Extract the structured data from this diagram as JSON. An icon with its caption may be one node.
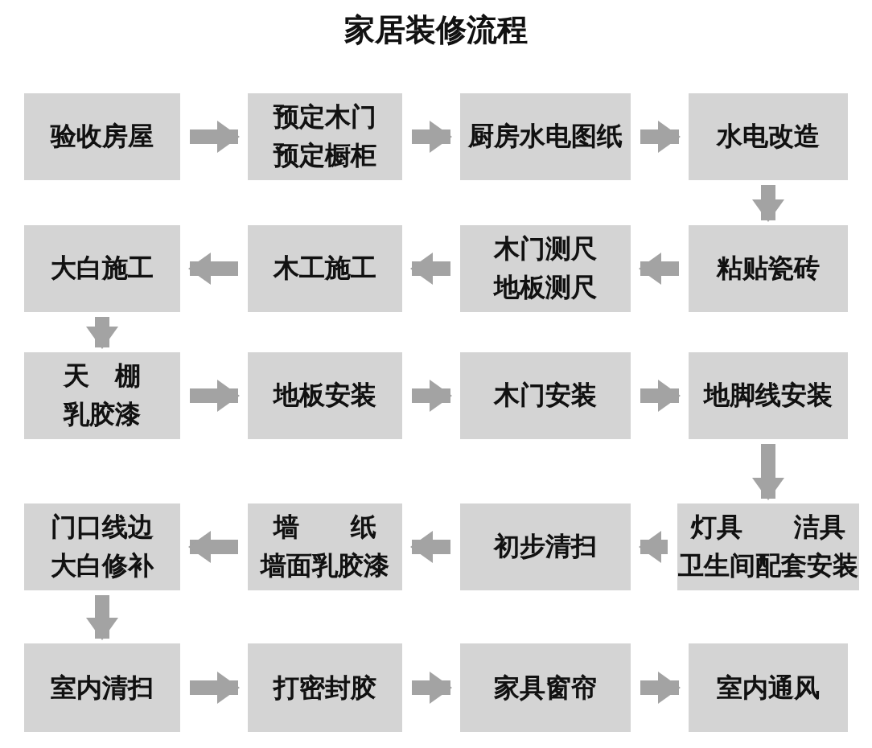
{
  "diagram": {
    "title": "家居装修流程",
    "nodes": [
      {
        "text": [
          "验收房屋"
        ]
      },
      {
        "text": [
          "预定木门",
          "预定橱柜"
        ]
      },
      {
        "text": [
          "厨房水电图纸"
        ]
      },
      {
        "text": [
          "水电改造"
        ]
      },
      {
        "text": [
          "大白施工"
        ]
      },
      {
        "text": [
          "木工施工"
        ]
      },
      {
        "text": [
          "木门测尺",
          "地板测尺"
        ]
      },
      {
        "text": [
          "粘贴瓷砖"
        ]
      },
      {
        "text": [
          "天　棚",
          "乳胶漆"
        ]
      },
      {
        "text": [
          "地板安装"
        ]
      },
      {
        "text": [
          "木门安装"
        ]
      },
      {
        "text": [
          "地脚线安装"
        ]
      },
      {
        "text": [
          "门口线边",
          "大白修补"
        ]
      },
      {
        "text": [
          "墙　　纸",
          "墙面乳胶漆"
        ]
      },
      {
        "text": [
          "初步清扫"
        ]
      },
      {
        "text": [
          "灯具　　洁具",
          "卫生间配套安装"
        ]
      },
      {
        "text": [
          "室内清扫"
        ]
      },
      {
        "text": [
          "打密封胶"
        ]
      },
      {
        "text": [
          "家具窗帘"
        ]
      },
      {
        "text": [
          "室内通风"
        ]
      }
    ],
    "edges": [
      {
        "from": 0,
        "to": 1,
        "arrow": "to"
      },
      {
        "from": 1,
        "to": 2,
        "arrow": "to"
      },
      {
        "from": 2,
        "to": 3,
        "arrow": "to"
      },
      {
        "from": 3,
        "to": 7,
        "arrow": "to"
      },
      {
        "from": 7,
        "to": 6,
        "arrow": "to"
      },
      {
        "from": 6,
        "to": 5,
        "arrow": "to"
      },
      {
        "from": 5,
        "to": 4,
        "arrow": "to"
      },
      {
        "from": 4,
        "to": 8,
        "arrow": "to"
      },
      {
        "from": 8,
        "to": 9,
        "arrow": "to"
      },
      {
        "from": 9,
        "to": 10,
        "arrow": "to"
      },
      {
        "from": 10,
        "to": 11,
        "arrow": "to"
      },
      {
        "from": 11,
        "to": 15,
        "arrow": "to"
      },
      {
        "from": 15,
        "to": 14,
        "arrow": "to"
      },
      {
        "from": 14,
        "to": 13,
        "arrow": "to"
      },
      {
        "from": 13,
        "to": 12,
        "arrow": "to"
      },
      {
        "from": 12,
        "to": 16,
        "arrow": "to"
      },
      {
        "from": 16,
        "to": 17,
        "arrow": "to"
      },
      {
        "from": 17,
        "to": 18,
        "arrow": "to"
      },
      {
        "from": 18,
        "to": 19,
        "arrow": "to"
      }
    ]
  }
}
